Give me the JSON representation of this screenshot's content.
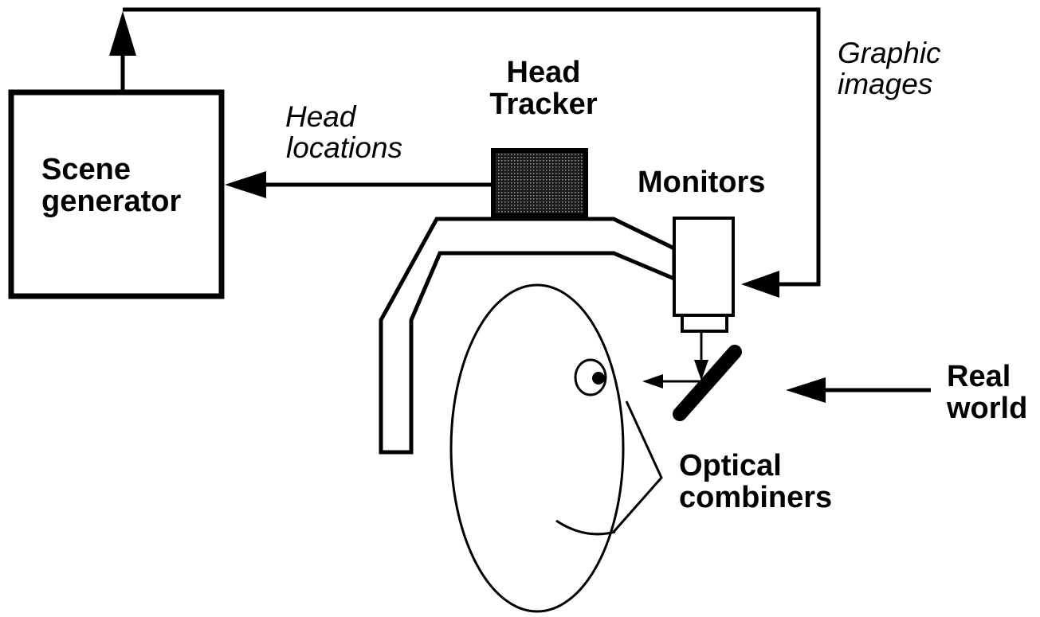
{
  "labels": {
    "scene_generator": [
      "Scene",
      "generator"
    ],
    "head_tracker": [
      "Head",
      "Tracker"
    ],
    "head_locations": [
      "Head",
      "locations"
    ],
    "graphic_images": [
      "Graphic",
      "images"
    ],
    "monitors": "Monitors",
    "real_world": [
      "Real",
      "world"
    ],
    "optical_combiners": [
      "Optical",
      "combiners"
    ]
  },
  "colors": {
    "line": "#000000",
    "background": "#ffffff",
    "tracker_fill": "#2b2b2b"
  }
}
